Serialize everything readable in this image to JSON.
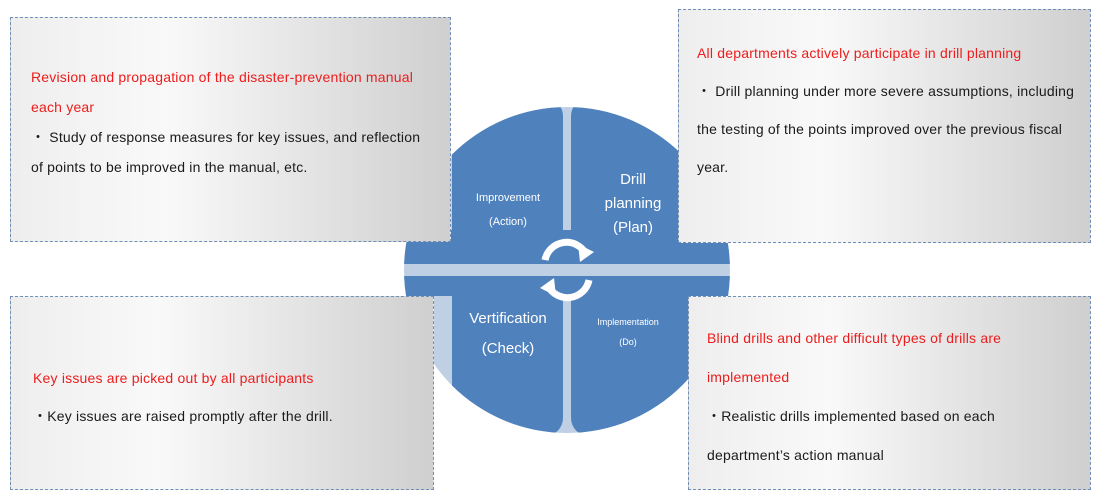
{
  "boxes": {
    "action": {
      "heading": "Revision and propagation of the disaster-prevention manual each year",
      "body": "・ Study of response measures for key issues, and reflection of points to be improved in the manual, etc."
    },
    "plan": {
      "heading": "All departments actively participate in drill planning",
      "body": "・ Drill planning under more severe assumptions, including the testing of the points improved over the previous fiscal year."
    },
    "check": {
      "heading": "Key issues are picked out by all participants",
      "body": "・Key issues are raised promptly after the drill."
    },
    "do": {
      "heading": "Blind drills and other difficult types of drills are implemented",
      "body": "・Realistic drills implemented based on each department’s action manual"
    }
  },
  "cycle": {
    "action": {
      "line1": "Improvement",
      "line2": "(Action)"
    },
    "plan": {
      "line1": "Drill",
      "line2": "planning",
      "line3": "(Plan)"
    },
    "check": {
      "line1": "Vertification",
      "line2": "(Check)"
    },
    "do": {
      "line1": "Implementation",
      "line2": "(Do)"
    },
    "colors": {
      "quadrant": "#4f81bd",
      "halo": "#bfcfe4",
      "arrow": "#ffffff"
    },
    "center_icon": "refresh-cycle-icon"
  }
}
